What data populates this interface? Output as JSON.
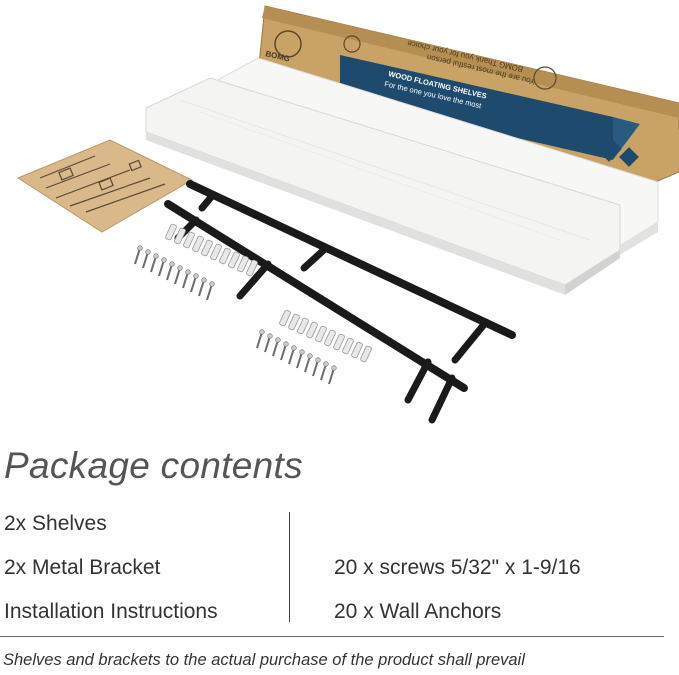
{
  "box": {
    "brand": "BOMG",
    "thank_line": "BOMG Thank you for your choice",
    "product_line": "WOOD FLOATING SHELVES",
    "love_line": "For the one you love the most",
    "respect_line": "You are the most restful person"
  },
  "package": {
    "heading": "Package contents",
    "left_items": [
      "2x Shelves",
      "2x Metal Bracket",
      "Installation Instructions"
    ],
    "right_items": [
      "20 x screws 5/32\" x 1-9/16",
      "20 x Wall Anchors"
    ]
  },
  "disclaimer": "Shelves and brackets to the actual purchase of the product shall prevail",
  "colors": {
    "cardboard": "#c9a266",
    "box_band": "#1e4a6e",
    "shelf": "#f4f4f2",
    "bracket": "#1a1a1a",
    "text": "#333333"
  }
}
